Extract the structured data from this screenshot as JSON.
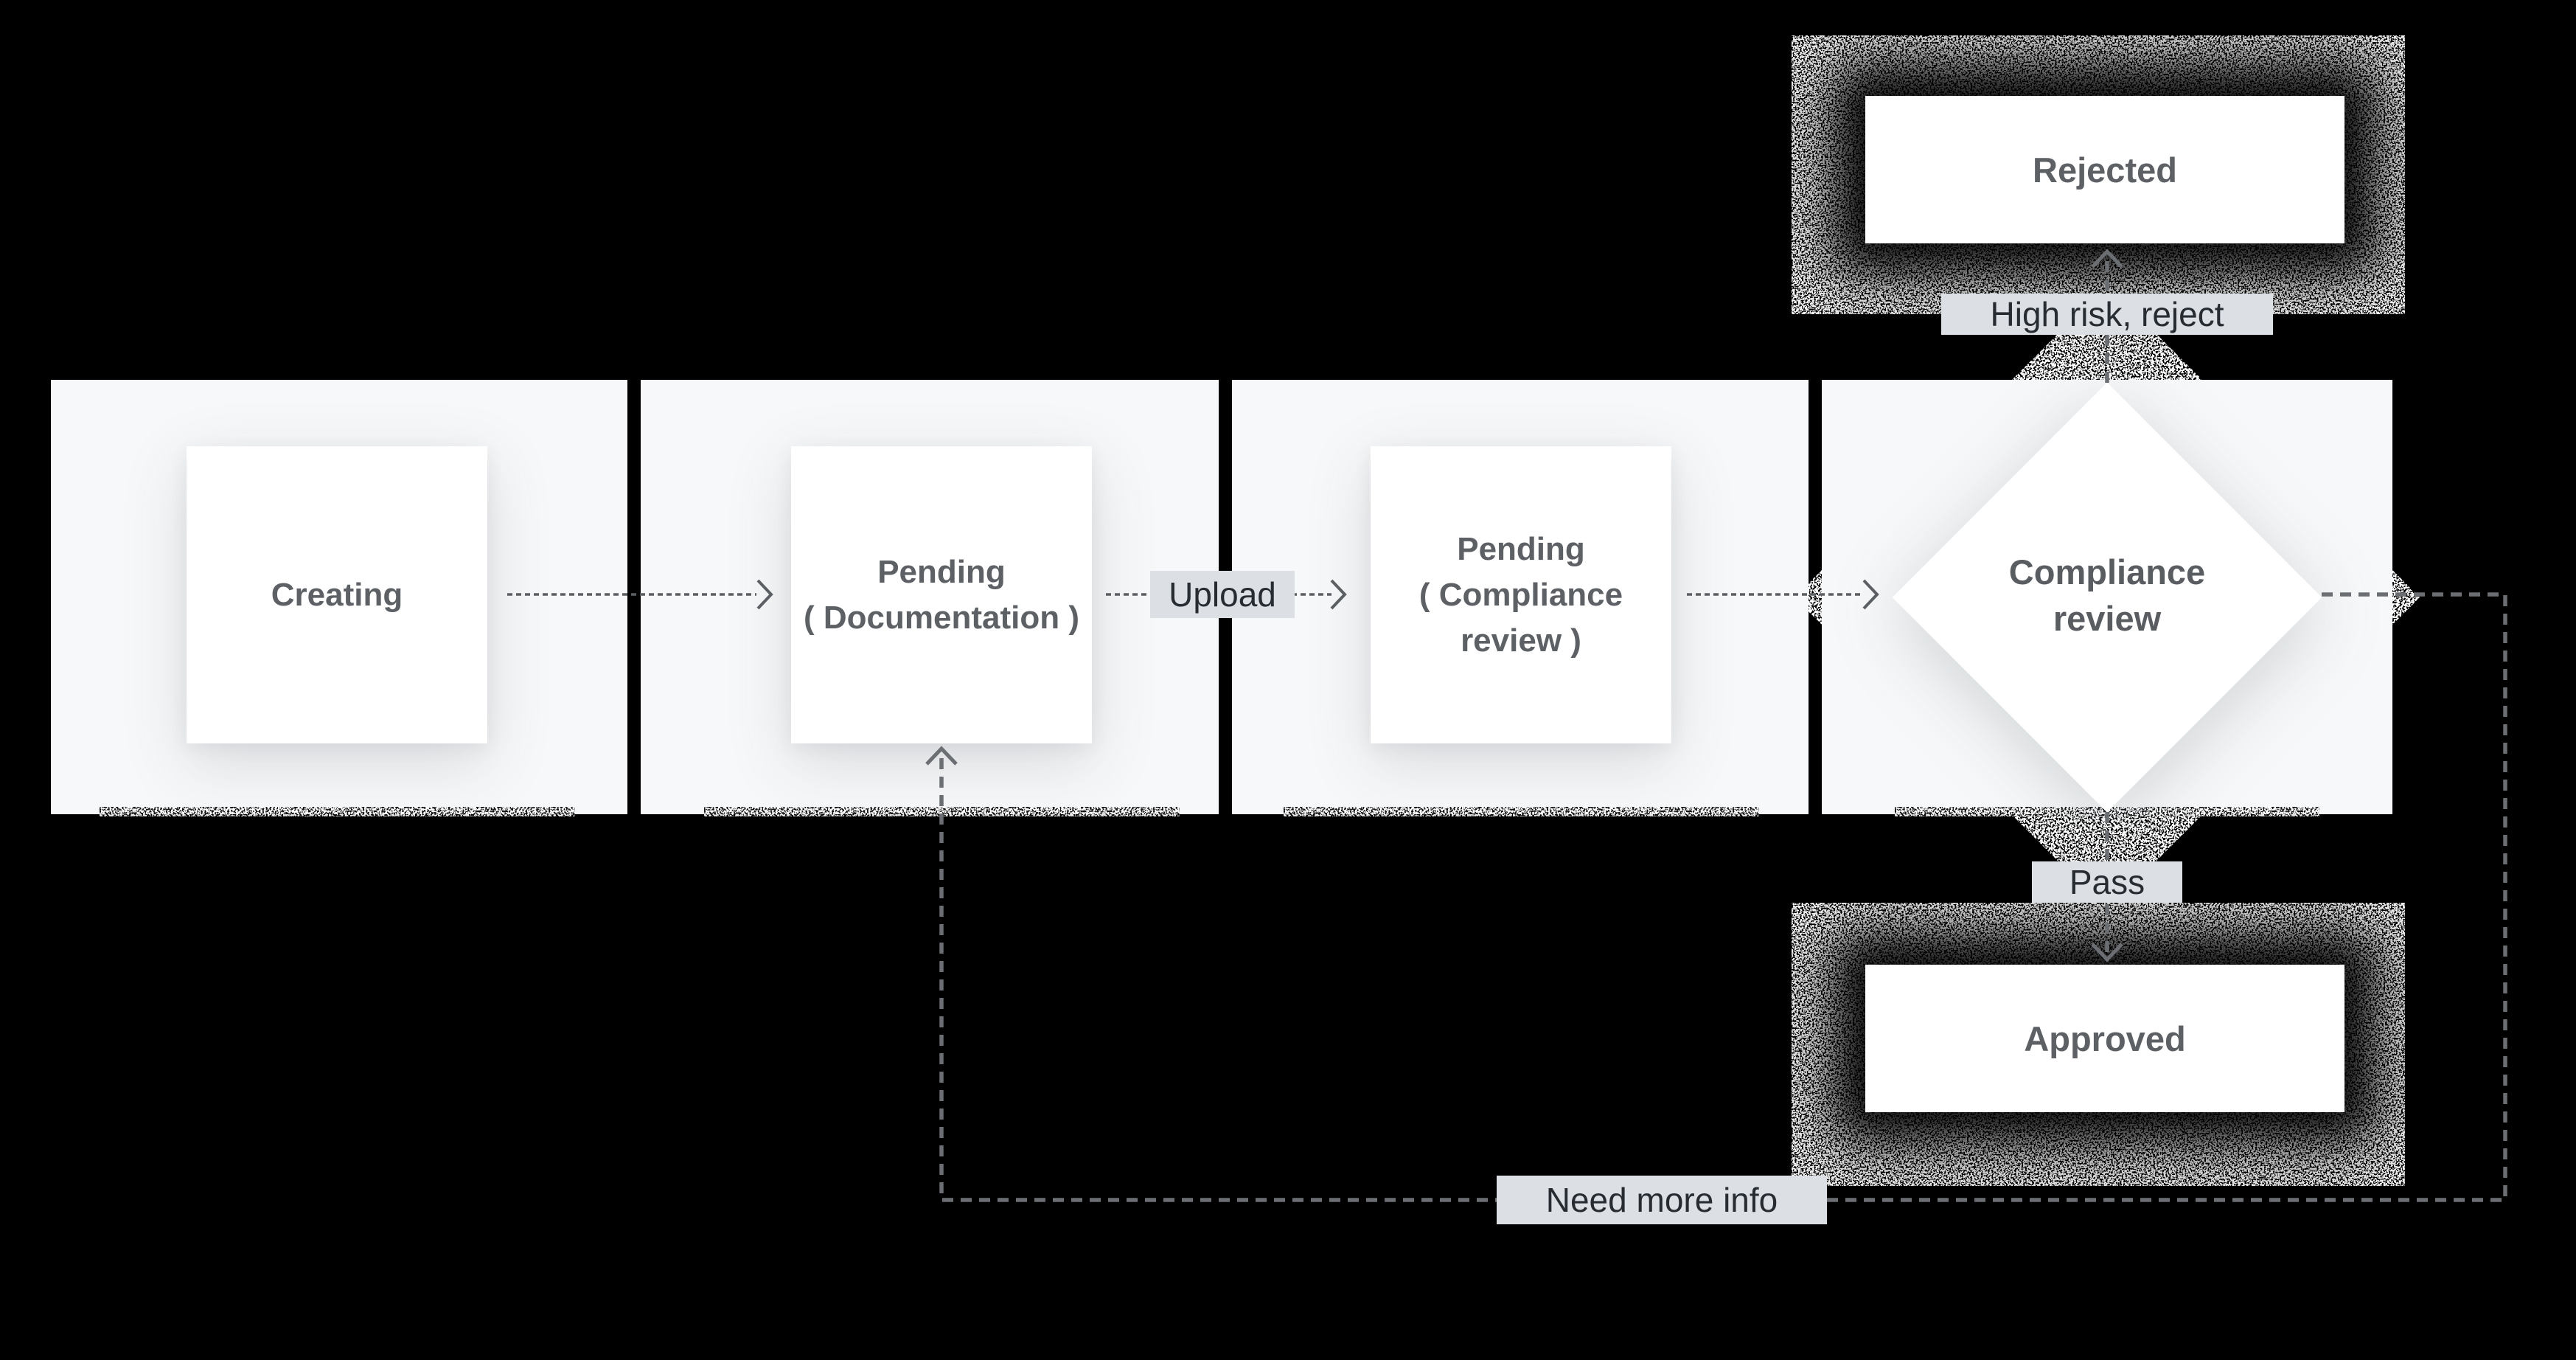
{
  "diagram": {
    "type": "flowchart",
    "nodes": {
      "creating": {
        "label": "Creating",
        "shape": "process"
      },
      "pending_documentation": {
        "line1": "Pending",
        "line2": "( Documentation )",
        "shape": "process"
      },
      "pending_compliance": {
        "line1": "Pending",
        "line2": "( Compliance",
        "line3": "review )",
        "shape": "process"
      },
      "compliance_review": {
        "line1": "Compliance",
        "line2": "review",
        "shape": "decision"
      },
      "rejected": {
        "label": "Rejected",
        "shape": "terminal"
      },
      "approved": {
        "label": "Approved",
        "shape": "terminal"
      }
    },
    "edge_labels": {
      "upload": "Upload",
      "high_risk_reject": "High risk, reject",
      "pass": "Pass",
      "need_more_info": "Need more info"
    },
    "edges": [
      "Creating -> Pending ( Documentation )",
      "Pending ( Documentation ) -> [Upload] -> Pending ( Compliance review )",
      "Pending ( Compliance review ) -> Compliance review",
      "Compliance review -> [High risk, reject] -> Rejected",
      "Compliance review -> [Pass] -> Approved",
      "Compliance review -> [Need more info] -> Pending ( Documentation )"
    ],
    "colors": {
      "background": "#000000",
      "panel": "#f7f8f9",
      "node_fill": "#ffffff",
      "node_text": "#5d6165",
      "chip_bg": "#dce0e5",
      "chip_text": "#272c33",
      "dash_fine": "#5b5f63",
      "dash_coarse": "#6b6e72"
    }
  }
}
